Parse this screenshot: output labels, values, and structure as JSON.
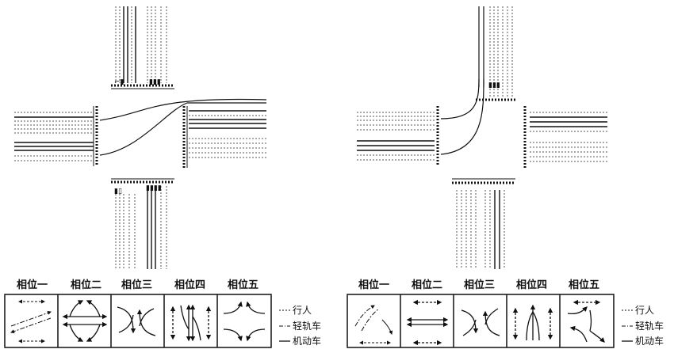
{
  "left_diagram": {
    "phase_labels": [
      "相位一",
      "相位二",
      "相位三",
      "相位四",
      "相位五"
    ],
    "legend": [
      "行人",
      "轻轨车",
      "机动车"
    ]
  },
  "right_diagram": {
    "phase_labels": [
      "相位一",
      "相位二",
      "相位三",
      "相位四",
      "相位五"
    ],
    "legend": [
      "行人",
      "轻轨车",
      "机动车"
    ]
  },
  "colors": {
    "ink": "#111111",
    "paper": "#ffffff",
    "lane_dash": "#555555"
  }
}
